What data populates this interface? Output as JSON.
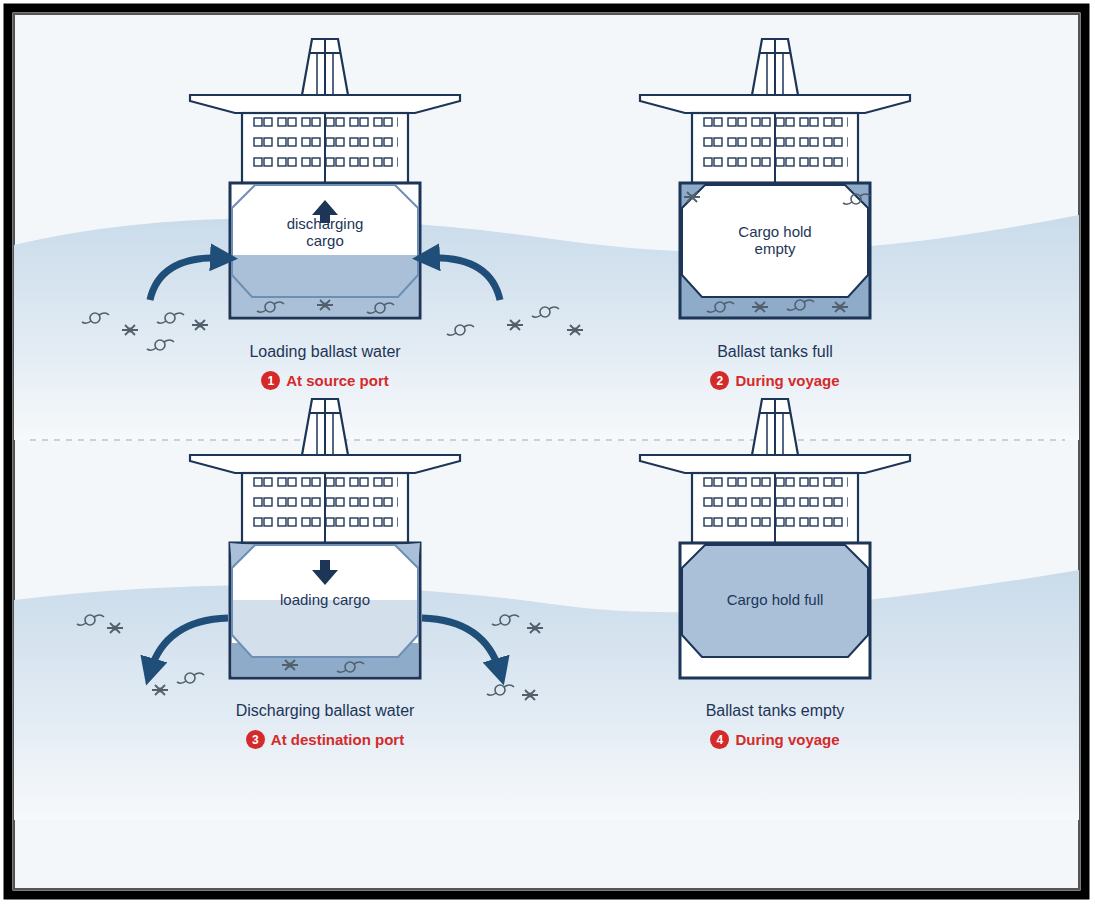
{
  "diagram": {
    "nodes": [
      {
        "text": [
          "discharging cargo"
        ]
      },
      {
        "text": [
          "Cargo hold empty"
        ]
      },
      {
        "text": [
          "loading cargo"
        ]
      },
      {
        "text": [
          "Cargo hold full"
        ]
      }
    ],
    "labels": [
      "Loading ballast water",
      "1",
      "At source port",
      "Ballast tanks full",
      "2",
      "During voyage",
      "Discharging ballast water",
      "3",
      "At destination port",
      "Ballast tanks empty",
      "4",
      "During voyage"
    ]
  }
}
